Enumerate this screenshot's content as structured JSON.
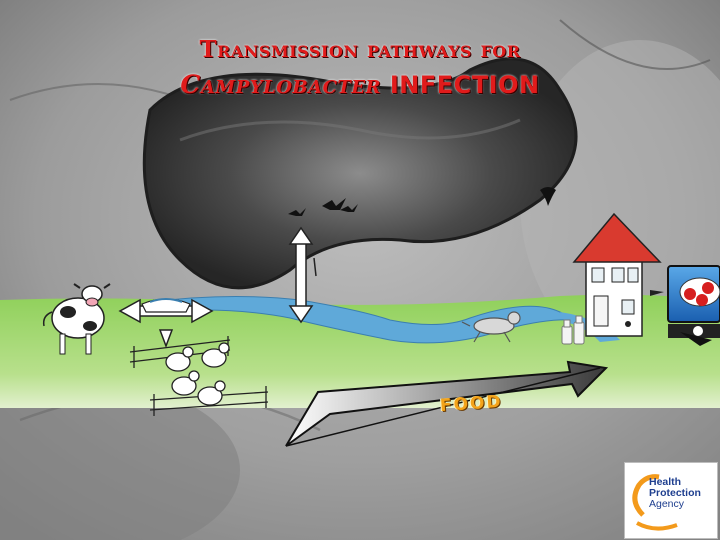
{
  "title": {
    "line1": "Transmission pathways for",
    "line2_italic": "Campylobacter",
    "line2_rest": " INFECTION"
  },
  "labels": {
    "food": "FOOD"
  },
  "logo": {
    "line1": "Health",
    "line2": "Protection",
    "line3": "Agency"
  },
  "colors": {
    "title": "#e11b1b",
    "grass": "#8fd05a",
    "river": "#5fa9d9",
    "food_text": "#f3a31a",
    "logo_blue": "#1f3f8f",
    "logo_orange": "#f39a1b",
    "roof": "#d93a2f"
  },
  "icons": [
    "cow-icon",
    "bird-flock-icon",
    "house-icon",
    "dog-icon",
    "milk-bottles-icon",
    "fridge-icon",
    "chicken-pen-icon",
    "water-trough-icon",
    "food-chain-arrow-icon",
    "vertical-double-arrow-icon",
    "horizontal-double-arrow-icon"
  ]
}
